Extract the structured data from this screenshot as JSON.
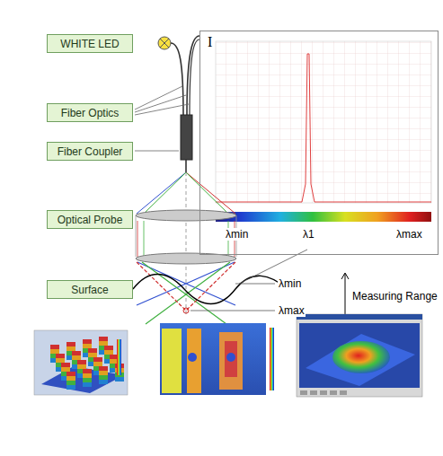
{
  "diagram": {
    "nodes": [
      {
        "text": [
          "WHITE LED"
        ]
      },
      {
        "text": [
          "I"
        ]
      },
      {
        "text": [
          "Fiber Optics"
        ]
      },
      {
        "text": [
          "Fiber Coupler"
        ]
      },
      {
        "text": [
          "Optical Probe"
        ]
      },
      {
        "text": [
          "Surface"
        ]
      }
    ],
    "labels": [
      "λmin",
      "λ1",
      "λmax",
      "λmin",
      "λmax",
      "Measuring Range"
    ]
  }
}
